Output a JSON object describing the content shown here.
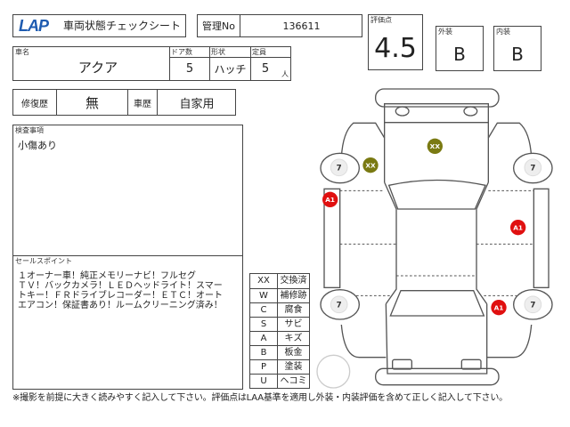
{
  "header": {
    "logo": "LAP",
    "title": "車両状態チェックシート",
    "control_no_label": "管理No",
    "control_no": "136611"
  },
  "scores": {
    "overall_label": "評価点",
    "overall": "4.5",
    "exterior_label": "外装",
    "exterior": "B",
    "interior_label": "内装",
    "interior": "B"
  },
  "vehicle": {
    "name_label": "車名",
    "name": "アクア",
    "doors_label": "ドア数",
    "doors": "5",
    "shape_label": "形状",
    "shape": "ハッチ",
    "capacity_label": "定員",
    "capacity": "5",
    "capacity_unit": "人"
  },
  "history": {
    "repair_label": "修復歴",
    "repair": "無",
    "usage_label": "車歴",
    "usage": "自家用"
  },
  "inspection": {
    "label": "検査事項",
    "text": "小傷あり"
  },
  "sales": {
    "label": "セールスポイント",
    "lines": [
      "１オーナー車！純正メモリーナビ！フルセグ",
      "ＴＶ！バックカメラ！ＬＥＤヘッドライト！スマー",
      "トキー！ＦＲドライブレコーダー！ＥＴＣ！オート",
      "エアコン！保証書あり！ルームクリーニング済み！"
    ]
  },
  "legend": [
    {
      "code": "XX",
      "meaning": "交換済"
    },
    {
      "code": "W",
      "meaning": "補修跡"
    },
    {
      "code": "C",
      "meaning": "腐食"
    },
    {
      "code": "S",
      "meaning": "サビ"
    },
    {
      "code": "A",
      "meaning": "キズ"
    },
    {
      "code": "B",
      "meaning": "板金"
    },
    {
      "code": "P",
      "meaning": "塗装"
    },
    {
      "code": "U",
      "meaning": "ヘコミ"
    }
  ],
  "diagram": {
    "tire_label": "7",
    "marks": [
      "XX",
      "XX",
      "A1",
      "A1",
      "A1"
    ],
    "colors": {
      "xx": "#7a7a12",
      "a1": "#e01010"
    }
  },
  "footer": "※撮影を前提に大きく読みやすく記入して下さい。評価点はLAA基準を適用し外装・内装評価を含めて正しく記入して下さい。"
}
